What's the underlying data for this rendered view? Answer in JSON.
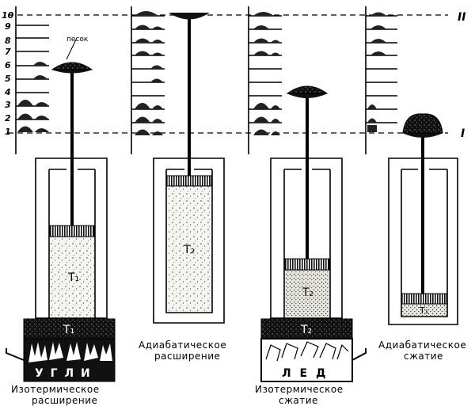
{
  "scale": {
    "numbers": [
      "10",
      "9",
      "8",
      "7",
      "6",
      "5",
      "4",
      "3",
      "2",
      "1"
    ],
    "level_top": "II",
    "level_bottom": "I"
  },
  "labels": {
    "sand": "песок",
    "temp_t1": "T₁",
    "temp_t2": "T₂",
    "coal": "У Г Л И",
    "ice": "Л Е Д"
  },
  "captions": {
    "stage1_line1": "Изотермическое",
    "stage1_line2": "расширение",
    "stage2_line1": "Адиабатическое",
    "stage2_line2": "расширение",
    "stage3_line1": "Изотермическое",
    "stage3_line2": "сжатие",
    "stage4_line1": "Адиабатическое",
    "stage4_line2": "сжатие"
  }
}
